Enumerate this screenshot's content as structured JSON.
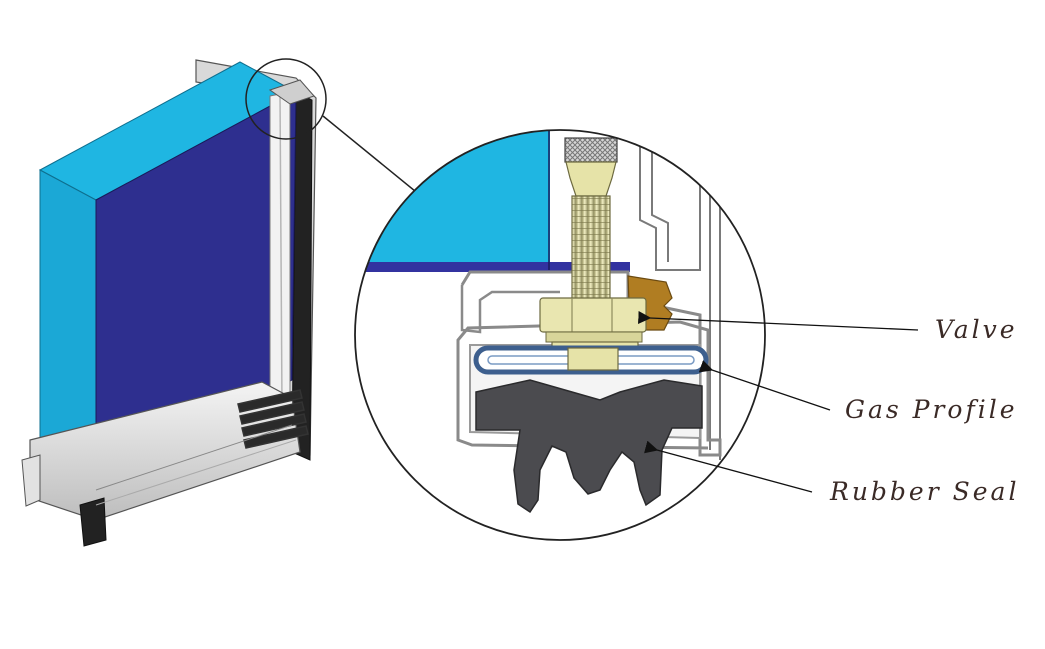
{
  "labels": {
    "valve": "Valve",
    "gas_profile": "Gas Profile",
    "rubber_seal": "Rubber Seal"
  },
  "colors": {
    "glass_face": "#2e2f8f",
    "glass_edge": "#1ba8d6",
    "glass_top": "#1fb6e2",
    "frame": "#e8e8e8",
    "frame_shadow": "#9a9a9a",
    "seal": "#4b4b4f",
    "valve": "#e6e3a8",
    "valve_dark": "#a8a46a",
    "brass": "#b07d22",
    "gas_tube": "#3d5f8e",
    "text": "#3a2a26"
  }
}
